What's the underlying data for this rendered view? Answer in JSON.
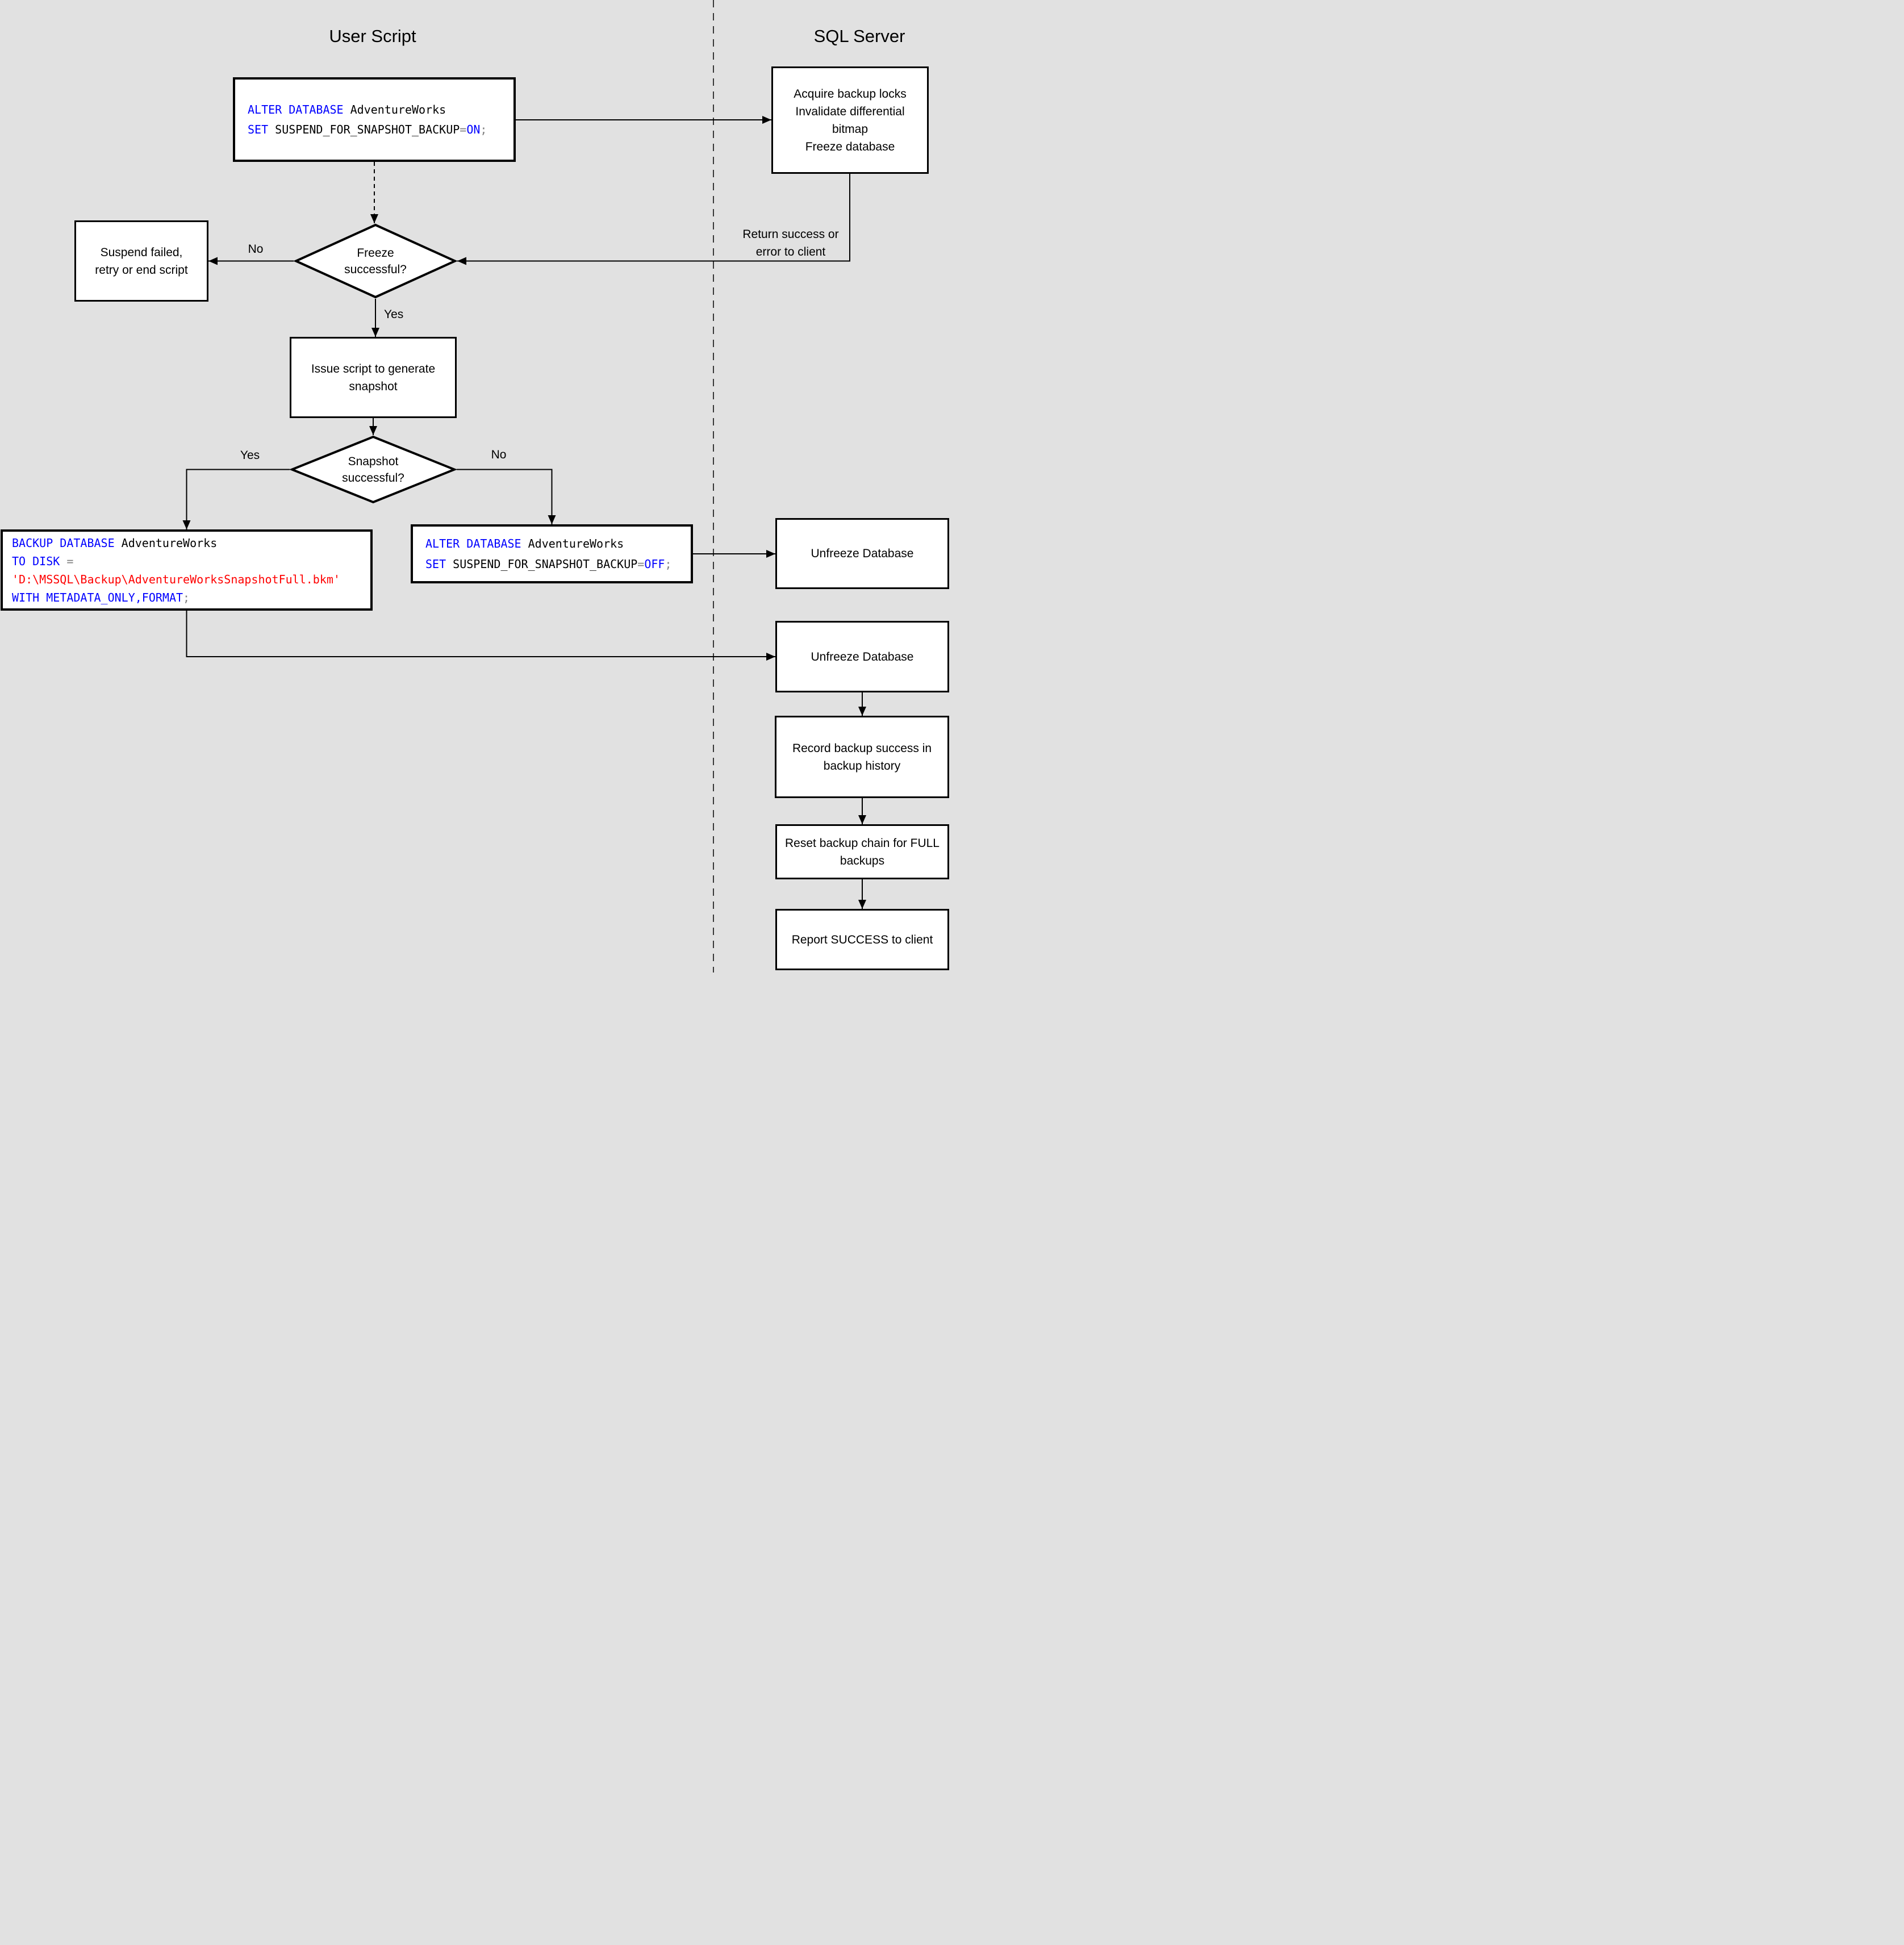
{
  "diagram": {
    "left_column_title": "User Script",
    "right_column_title": "SQL Server"
  },
  "edge_labels": {
    "freeze_no": "No",
    "freeze_yes": "Yes",
    "snapshot_yes": "Yes",
    "snapshot_no": "No",
    "return_note": [
      "Return success or",
      "error to client"
    ]
  },
  "nodes": {
    "alter_on": {
      "l1": [
        "ALTER DATABASE ",
        "AdventureWorks"
      ],
      "l2": [
        "SET ",
        "SUSPEND_FOR_SNAPSHOT_BACKUP",
        "=",
        "ON",
        ";"
      ]
    },
    "acquire": {
      "lines": [
        "Acquire backup locks",
        "Invalidate differential",
        "bitmap",
        "Freeze database"
      ]
    },
    "suspend": {
      "lines": [
        "Suspend failed,",
        "retry or end script"
      ]
    },
    "freeze_q": {
      "lines": [
        "Freeze",
        "successful?"
      ]
    },
    "issue": {
      "lines": [
        "Issue script to generate",
        "snapshot"
      ]
    },
    "snapshot_q": {
      "lines": [
        "Snapshot",
        "successful?"
      ]
    },
    "backup": {
      "l1": [
        "BACKUP DATABASE ",
        "AdventureWorks"
      ],
      "l2": [
        "TO DISK ",
        "="
      ],
      "l3": "'D:\\MSSQL\\Backup\\AdventureWorksSnapshotFull.bkm'",
      "l4": [
        "WITH METADATA_ONLY,FORMAT",
        ";"
      ]
    },
    "alter_off": {
      "l1": [
        "ALTER DATABASE ",
        "AdventureWorks"
      ],
      "l2": [
        "SET ",
        "SUSPEND_FOR_SNAPSHOT_BACKUP",
        "=",
        "OFF",
        ";"
      ]
    },
    "unfreeze1": {
      "label": "Unfreeze Database"
    },
    "unfreeze2": {
      "label": "Unfreeze Database"
    },
    "record": {
      "lines": [
        "Record backup success in",
        "backup history"
      ]
    },
    "reset": {
      "lines": [
        "Reset backup chain for FULL",
        "backups"
      ]
    },
    "report": {
      "label": "Report SUCCESS to client"
    }
  },
  "colors": {
    "background": "#E1E1E1",
    "node_fill": "#FFFFFF",
    "line": "#000000",
    "sql_keyword": "#0000FF",
    "sql_identifier": "#000000",
    "sql_operator": "#808080",
    "sql_string": "#FF0000"
  }
}
